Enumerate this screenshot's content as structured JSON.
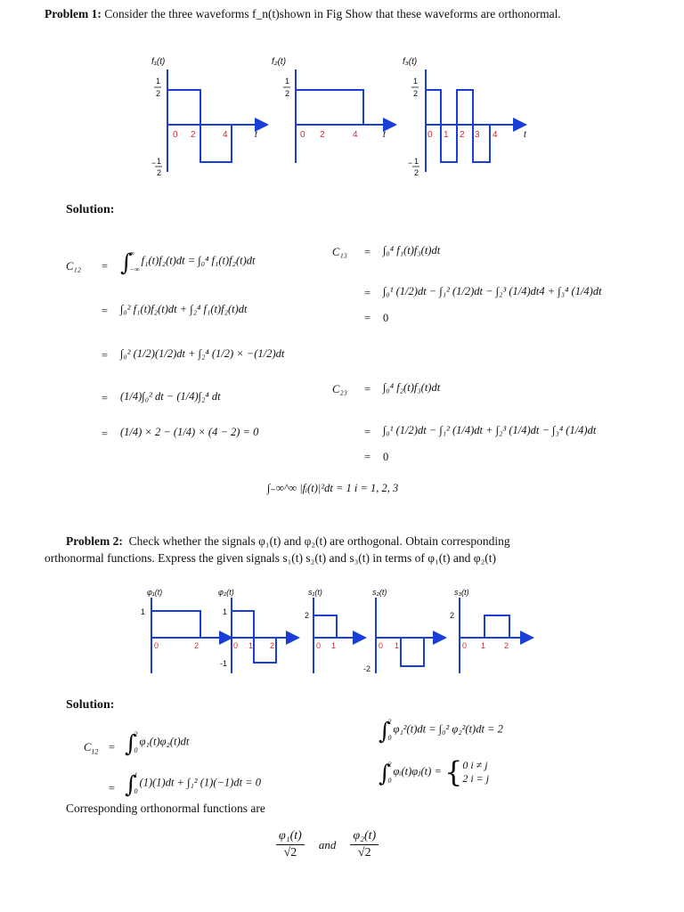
{
  "problem1": {
    "label": "Problem 1:",
    "text": "Consider the three waveforms f_n(t)shown in Fig Show that these waveforms are orthonormal.",
    "figures": [
      {
        "ylabel": "f₁(t)",
        "ticks": [
          "0",
          "2",
          "4"
        ],
        "yticks": [
          "1/2",
          "-1/2"
        ]
      },
      {
        "ylabel": "f₂(t)",
        "ticks": [
          "0",
          "2",
          "4"
        ],
        "yticks": [
          "1/2"
        ]
      },
      {
        "ylabel": "f₃(t)",
        "ticks": [
          "0",
          "1",
          "2",
          "3",
          "4"
        ],
        "yticks": [
          "1/2",
          "-1/2"
        ]
      }
    ],
    "axis_label": "t"
  },
  "solution1": {
    "label": "Solution:",
    "c12": {
      "lhs": "C₁₂",
      "line1": "f₁(t)f₂(t)dt = ∫₀⁴ f₁(t)f₂(t)dt",
      "line2": "∫₀² f₁(t)f₂(t)dt + ∫₂⁴ f₁(t)f₂(t)dt",
      "line3": "∫₀² (1/2)(1/2)dt + ∫₂⁴ (1/2) × −(1/2)dt",
      "line4": "(1/4)∫₀² dt − (1/4)∫₂⁴ dt",
      "line5": "(1/4) × 2 − (1/4) × (4 − 2) = 0"
    },
    "c13": {
      "lhs": "C₁₃",
      "line1": "∫₀⁴ f₁(t)f₃(t)dt",
      "line2": "∫₀¹ (1/2)dt − ∫₁² (1/2)dt − ∫₂³ (1/4)dt4 + ∫₃⁴ (1/4)dt",
      "line3": "0"
    },
    "c23": {
      "lhs": "C₂₃",
      "line1": "∫₀⁴ f₂(t)f₃(t)dt",
      "line2": "∫₀¹ (1/2)dt − ∫₁² (1/4)dt + ∫₂³ (1/4)dt − ∫₃⁴ (1/4)dt",
      "line3": "0"
    },
    "norm": "∫₋∞^∞ |fᵢ(t)|²dt = 1  i = 1, 2, 3"
  },
  "problem2": {
    "label": "Problem 2:",
    "text1": "Check whether the signals φ₁(t) and φ₂(t) are orthogonal.  Obtain corresponding",
    "text2": "orthonormal functions. Express the given signals s₁(t) s₂(t) and s₃(t) in terms of φ₁(t) and φ₂(t)",
    "figures": [
      {
        "ylabel": "φ₁(t)"
      },
      {
        "ylabel": "φ₂(t)"
      },
      {
        "ylabel": "s₁(t)"
      },
      {
        "ylabel": "s₂(t)"
      },
      {
        "ylabel": "s₃(t)"
      }
    ]
  },
  "solution2": {
    "label": "Solution:",
    "c12_line1": "φ₁(t)φ₂(t)dt",
    "c12_line2": "(1)(1)dt + ∫₁² (1)(−1)dt = 0",
    "energy": "φ₁²(t)dt = ∫₀² φ₂²(t)dt = 2",
    "ortho": "φᵢ(t)φⱼ(t) =",
    "case1": "0  i ≠ j",
    "case2": "2  i = j",
    "corresponding": "Corresponding orthonormal functions are",
    "phi1": "φ₁(t)",
    "phi2": "φ₂(t)",
    "sqrt2": "√2",
    "and": "and"
  }
}
